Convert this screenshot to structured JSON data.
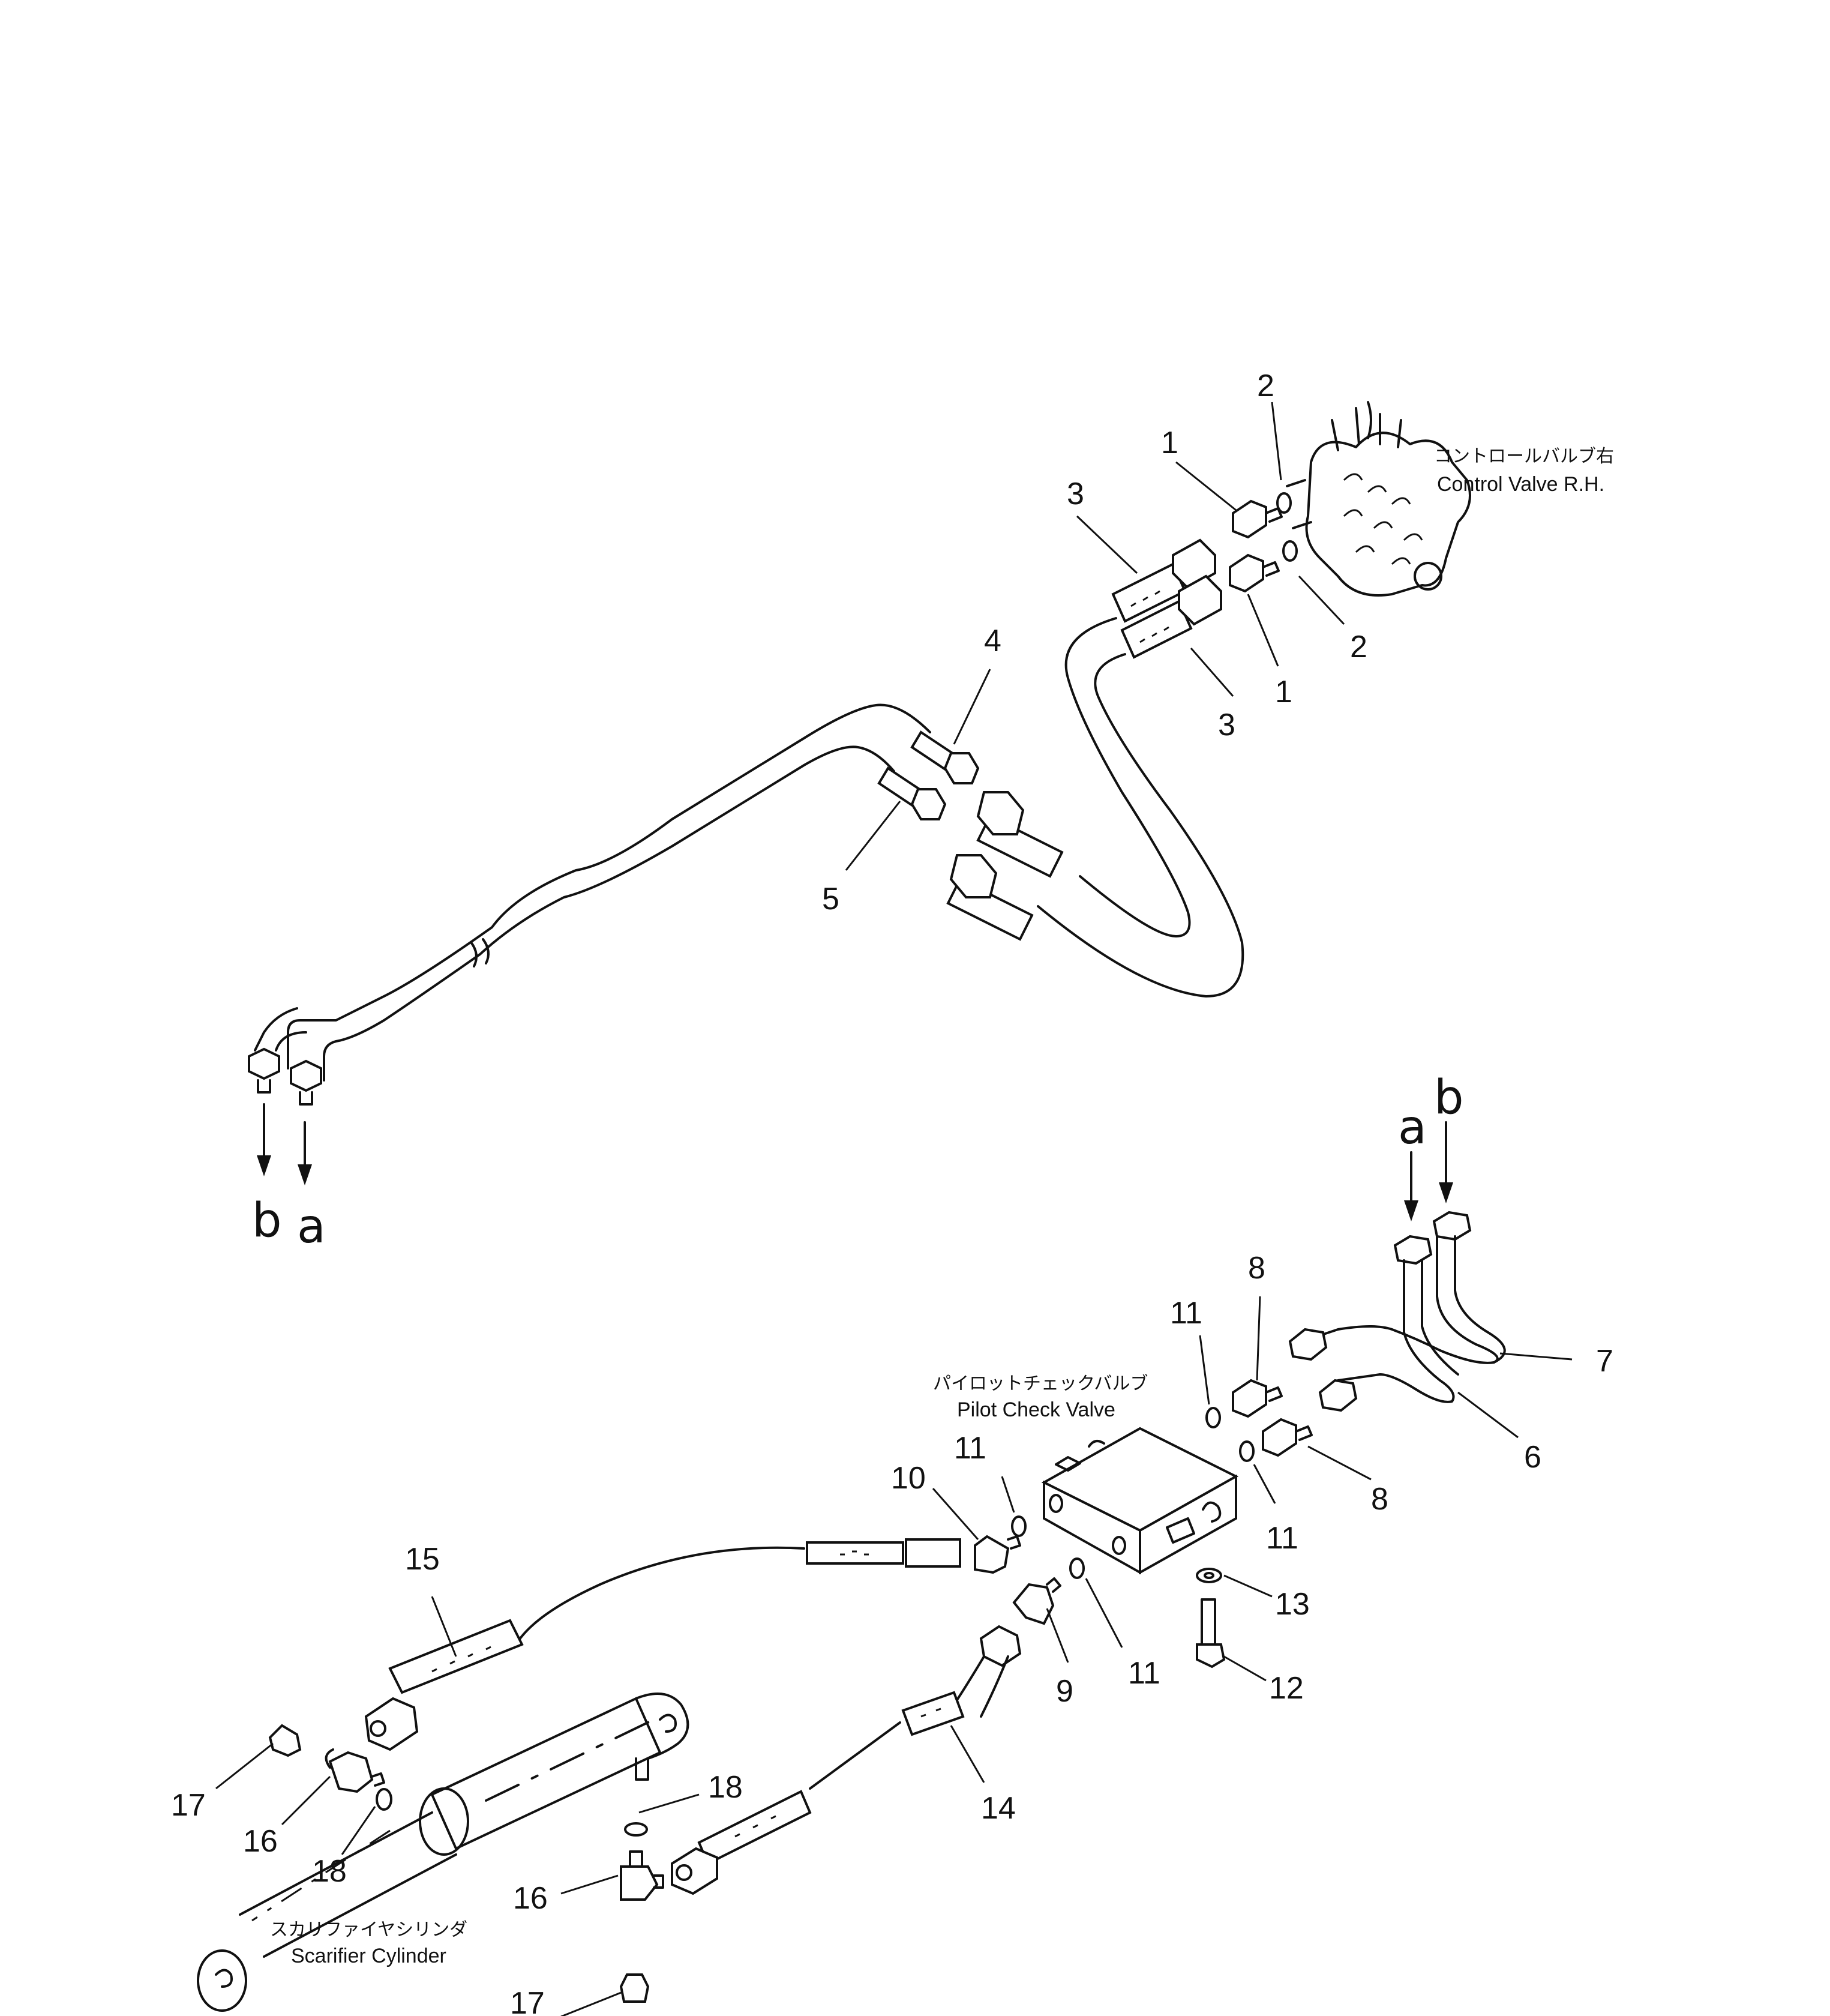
{
  "components": {
    "control_valve": {
      "jp": "コントロールバルブ右",
      "en": "Control Valve R.H."
    },
    "pilot_check_valve": {
      "jp": "パイロットチェックバルブ",
      "en": "Pilot Check Valve"
    },
    "scarifier_cylinder": {
      "jp": "スカリファイヤシリンダ",
      "en": "Scarifier Cylinder"
    }
  },
  "connections": {
    "upper_b": "b",
    "upper_a": "a",
    "lower_a": "a",
    "lower_b": "b"
  },
  "callouts": {
    "c1a": "1",
    "c1b": "1",
    "c2a": "2",
    "c2b": "2",
    "c3a": "3",
    "c3b": "3",
    "c4": "4",
    "c5": "5",
    "c6": "6",
    "c7": "7",
    "c8a": "8",
    "c8b": "8",
    "c9": "9",
    "c10": "10",
    "c11a": "11",
    "c11b": "11",
    "c11c": "11",
    "c11d": "11",
    "c12": "12",
    "c13": "13",
    "c14": "14",
    "c15": "15",
    "c16a": "16",
    "c16b": "16",
    "c17a": "17",
    "c17b": "17",
    "c18a": "18",
    "c18b": "18"
  }
}
